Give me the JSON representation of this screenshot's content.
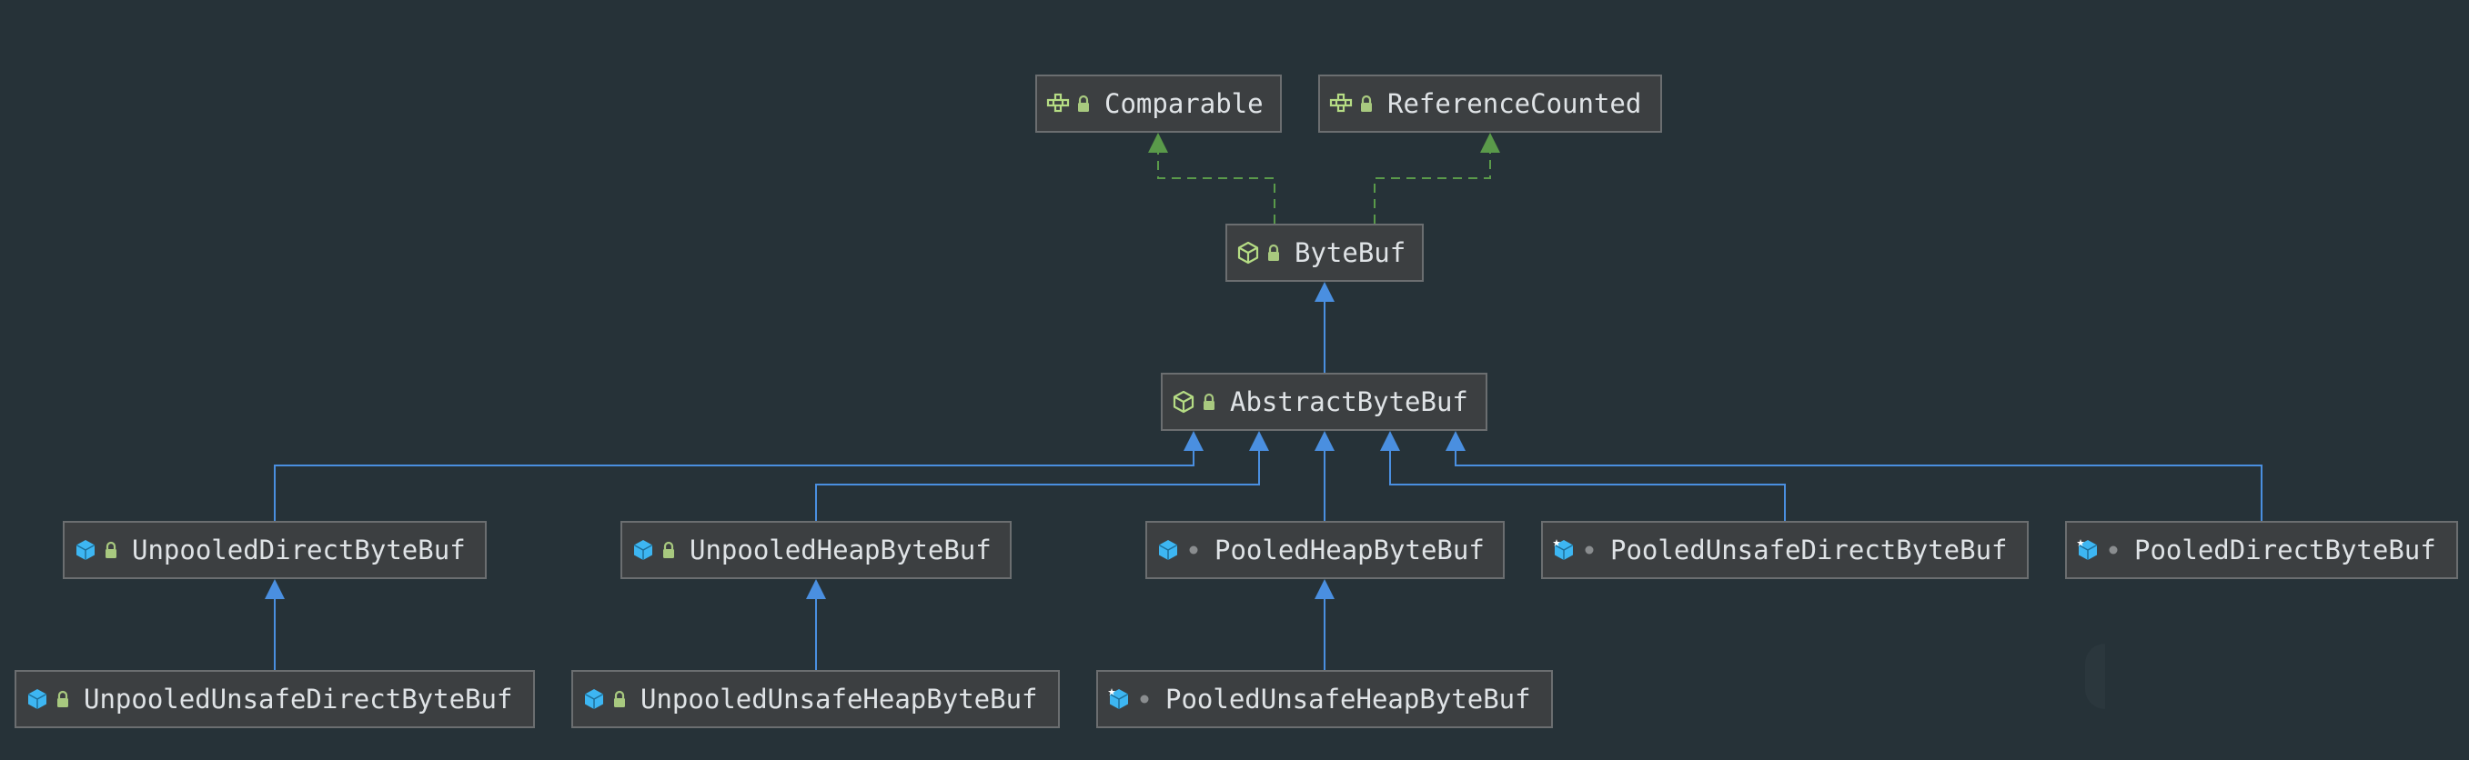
{
  "colors": {
    "background": "#263238",
    "node_fill": "#3c3f41",
    "node_border": "#6b6e70",
    "text": "#dfe3e6",
    "extends_edge": "#4a8fe0",
    "implements_edge": "#5a9a4a",
    "interface_icon": "#b5dc84",
    "class_icon": "#3db6f2",
    "abstract_icon": "#b5dc84",
    "lock": "#a8c97f",
    "dot": "#8a8d8f"
  },
  "nodes": [
    {
      "id": "comparable",
      "label": "Comparable",
      "kind": "interface",
      "access": "lock"
    },
    {
      "id": "referencecounted",
      "label": "ReferenceCounted",
      "kind": "interface",
      "access": "lock"
    },
    {
      "id": "bytebuf",
      "label": "ByteBuf",
      "kind": "abstract",
      "access": "lock"
    },
    {
      "id": "abstractbytebuf",
      "label": "AbstractByteBuf",
      "kind": "abstract",
      "access": "lock"
    },
    {
      "id": "unpooleddirectbytebuf",
      "label": "UnpooledDirectByteBuf",
      "kind": "class",
      "access": "lock"
    },
    {
      "id": "unpooledheapbytebuf",
      "label": "UnpooledHeapByteBuf",
      "kind": "class",
      "access": "lock"
    },
    {
      "id": "pooledheapbytebuf",
      "label": "PooledHeapByteBuf",
      "kind": "class",
      "access": "dot"
    },
    {
      "id": "pooledunsafedirectbytebuf",
      "label": "PooledUnsafeDirectByteBuf",
      "kind": "class-final",
      "access": "dot"
    },
    {
      "id": "pooleddirectbytebuf",
      "label": "PooledDirectByteBuf",
      "kind": "class-final",
      "access": "dot"
    },
    {
      "id": "unpooledunsafedirectbytebuf",
      "label": "UnpooledUnsafeDirectByteBuf",
      "kind": "class",
      "access": "lock"
    },
    {
      "id": "unpooledunsafeheapbytebuf",
      "label": "UnpooledUnsafeHeapByteBuf",
      "kind": "class",
      "access": "lock"
    },
    {
      "id": "pooledunsafeheapbytebuf",
      "label": "PooledUnsafeHeapByteBuf",
      "kind": "class-final",
      "access": "dot"
    }
  ],
  "edges": [
    {
      "from": "bytebuf",
      "to": "comparable",
      "type": "implements"
    },
    {
      "from": "bytebuf",
      "to": "referencecounted",
      "type": "implements"
    },
    {
      "from": "abstractbytebuf",
      "to": "bytebuf",
      "type": "extends"
    },
    {
      "from": "unpooleddirectbytebuf",
      "to": "abstractbytebuf",
      "type": "extends"
    },
    {
      "from": "unpooledheapbytebuf",
      "to": "abstractbytebuf",
      "type": "extends"
    },
    {
      "from": "pooledheapbytebuf",
      "to": "abstractbytebuf",
      "type": "extends"
    },
    {
      "from": "pooledunsafedirectbytebuf",
      "to": "abstractbytebuf",
      "type": "extends"
    },
    {
      "from": "pooleddirectbytebuf",
      "to": "abstractbytebuf",
      "type": "extends"
    },
    {
      "from": "unpooledunsafedirectbytebuf",
      "to": "unpooleddirectbytebuf",
      "type": "extends"
    },
    {
      "from": "unpooledunsafeheapbytebuf",
      "to": "unpooledheapbytebuf",
      "type": "extends"
    },
    {
      "from": "pooledunsafeheapbytebuf",
      "to": "pooledheapbytebuf",
      "type": "extends"
    }
  ]
}
